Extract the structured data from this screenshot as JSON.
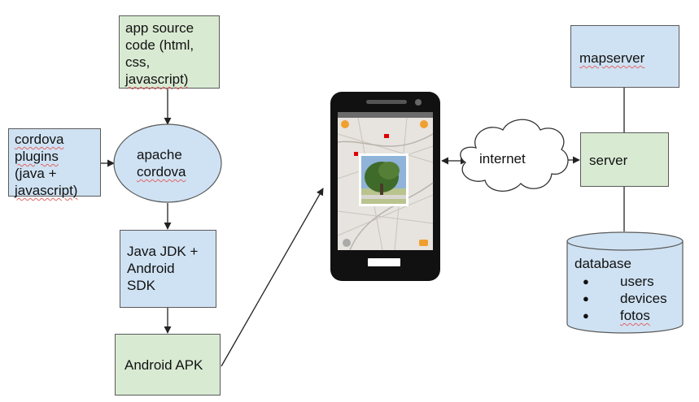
{
  "nodes": {
    "app_source": {
      "lines": [
        "app source",
        "code (html,",
        "css,",
        "javascript)"
      ]
    },
    "cordova_plugins": {
      "lines": [
        "cordova",
        "plugins",
        "(java +",
        "javascript)"
      ]
    },
    "apache_cordova": {
      "lines": [
        "apache",
        "cordova"
      ]
    },
    "jdk": {
      "lines": [
        "Java JDK +",
        "Android",
        "SDK"
      ]
    },
    "apk": {
      "label": "Android APK"
    },
    "internet": {
      "label": "internet"
    },
    "mapserver": {
      "label": "mapserver"
    },
    "server": {
      "label": "server"
    },
    "database": {
      "title": "database",
      "items": [
        "users",
        "devices",
        "fotos"
      ],
      "bullet": "●"
    }
  },
  "colors": {
    "green_fill": "#d9ead3",
    "blue_fill": "#cfe2f3",
    "border": "#5a5a5a"
  }
}
